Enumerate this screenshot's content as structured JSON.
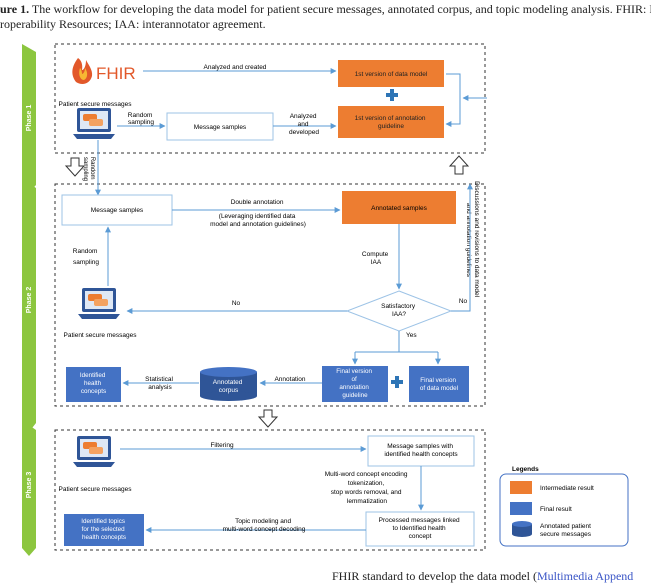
{
  "caption": {
    "label": "ure 1.",
    "text": " The workflow for developing the data model for patient secure messages, annotated corpus, and topic modeling analysis. FHIR: Fast Healthca",
    "line2": "roperability Resources; IAA: interannotator agreement."
  },
  "footer": {
    "text": "FHIR standard to develop the data model (",
    "link": "Multimedia Append"
  },
  "phases": {
    "p1": "Phase 1",
    "p2": "Phase 2",
    "p3": "Phase 3"
  },
  "fhir_logo": "FHIR",
  "phase1": {
    "patient_label": "Patient secure messages",
    "analyzed_created": "Analyzed and created",
    "data_model_v1": "1st version of data model",
    "annotation_v1": [
      "1st version of annotation",
      "guideline"
    ],
    "random_sampling": [
      "Random",
      "sampling"
    ],
    "message_samples": "Message samples",
    "analyzed_developed": [
      "Analyzed",
      "and",
      "developed"
    ]
  },
  "between12": {
    "random_sampling": [
      "Random",
      "sampling"
    ]
  },
  "side_label": [
    "Discussions and revisions to data model",
    "and annotation guidelines"
  ],
  "phase2": {
    "message_samples": "Message samples",
    "double_annotation": [
      "Double annotation",
      "(Leveraging identified data",
      "model and annotation guidelines)"
    ],
    "annotated_samples": "Annotated samples",
    "random_sampling": [
      "Random",
      "sampling"
    ],
    "compute_iaa": [
      "Compute",
      "IAA"
    ],
    "satisfactory": [
      "Satisfactory",
      "IAA?"
    ],
    "no_left": "No",
    "no_right": "No",
    "yes": "Yes",
    "patient_label": "Patient secure messages",
    "identified": [
      "Identified",
      "health",
      "concepts"
    ],
    "statistical": [
      "Statistical",
      "analysis"
    ],
    "annotated_corpus": [
      "Annotated",
      "corpus"
    ],
    "annotation": "Annotation",
    "final_guideline": [
      "Final version",
      "of",
      "annotation",
      "guideline"
    ],
    "final_model": [
      "Final version",
      "of data model"
    ]
  },
  "phase3": {
    "filtering": "Filtering",
    "samples_identified": [
      "Message samples with",
      "identified health concepts"
    ],
    "patient_label": "Patient secure messages",
    "encoding": [
      "Multi-word concept encoding",
      "tokenization,",
      "stop words removal, and",
      "lemmatization"
    ],
    "processed": [
      "Processed messages linked",
      "to Identified health",
      "concept"
    ],
    "topic_modeling": [
      "Topic modeling and",
      "multi-word concept decoding"
    ],
    "topics": [
      "Identified topics",
      "for the selected",
      "health concepts"
    ]
  },
  "legend": {
    "title": "Legends",
    "intermediate": "Intermediate result",
    "final": "Final result",
    "annotated": [
      "Annotated patient",
      "secure messages"
    ]
  },
  "colors": {
    "orange": "#ed7d31",
    "blue": "#4472c4",
    "green": "#8cc63f",
    "arrow": "#5b9bd5",
    "plus": "#2e75b6",
    "box_border": "#9dc3e6"
  }
}
